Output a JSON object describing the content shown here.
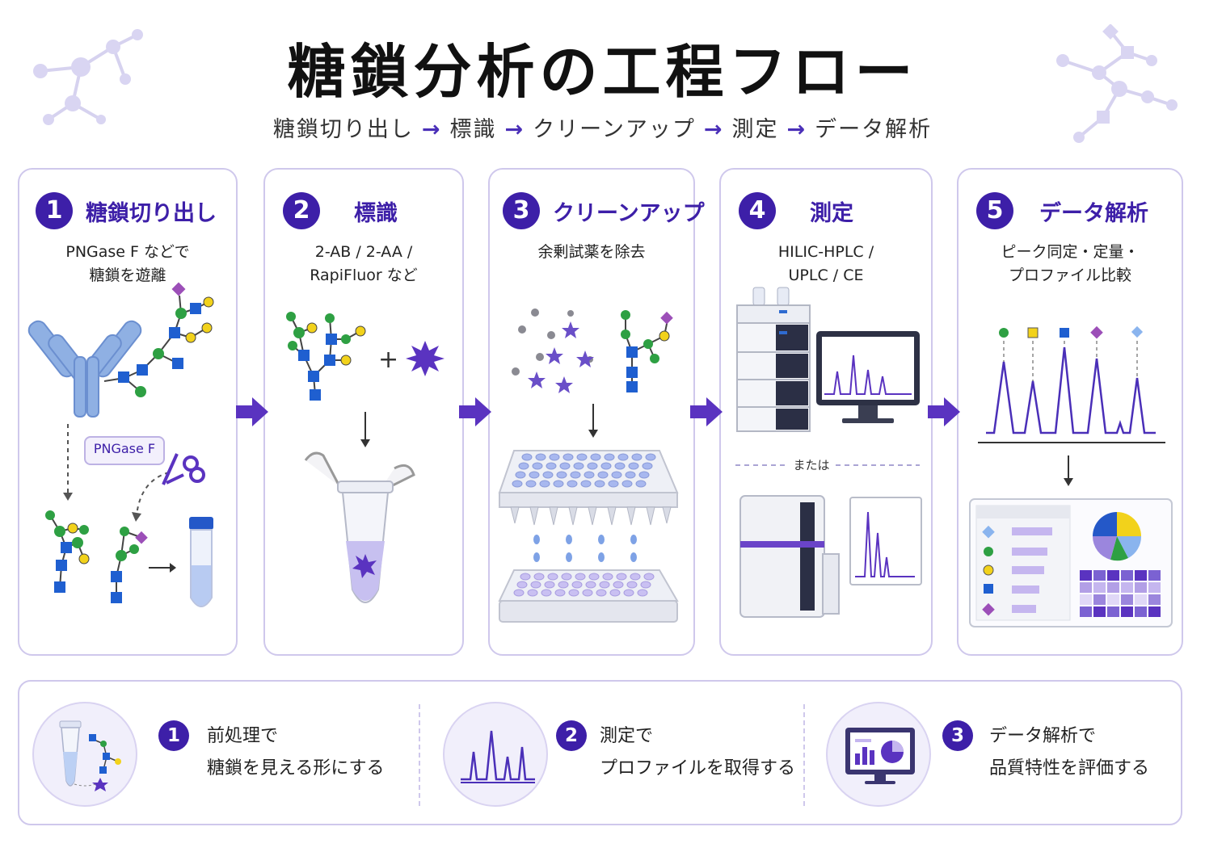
{
  "title": "糖鎖分析の工程フロー",
  "subtitle": {
    "steps": [
      "糖鎖切り出し",
      "標識",
      "クリーンアップ",
      "測定",
      "データ解析"
    ],
    "arrow": "→"
  },
  "steps": [
    {
      "number": "1",
      "title": "糖鎖切り出し",
      "desc_line1": "PNGase F などで",
      "desc_line2": "糖鎖を遊離",
      "enzyme_label": "PNGase F"
    },
    {
      "number": "2",
      "title": "標識",
      "desc_line1": "2-AB / 2-AA /",
      "desc_line2": "RapiFluor など",
      "plus": "+"
    },
    {
      "number": "3",
      "title": "クリーンアップ",
      "desc_line1": "余剰試薬を除去",
      "desc_line2": ""
    },
    {
      "number": "4",
      "title": "測定",
      "desc_line1": "HILIC-HPLC /",
      "desc_line2": "UPLC / CE",
      "or_label": "または"
    },
    {
      "number": "5",
      "title": "データ解析",
      "desc_line1": "ピーク同定・定量・",
      "desc_line2": "プロファイル比較"
    }
  ],
  "summary": [
    {
      "number": "1",
      "line1": "前処理で",
      "line2": "糖鎖を見える形にする"
    },
    {
      "number": "2",
      "line1": "測定で",
      "line2": "プロファイルを取得する"
    },
    {
      "number": "3",
      "line1": "データ解析で",
      "line2": "品質特性を評価する"
    }
  ],
  "colors": {
    "accent": "#3d1fa8",
    "arrow": "#5a33c0",
    "border": "#cfc8ec",
    "glcnac": "#1f5fd0",
    "mannose": "#2ea043",
    "galactose": "#f2d21b",
    "sialic": "#9c4fb8",
    "fucose": "#e03535"
  }
}
